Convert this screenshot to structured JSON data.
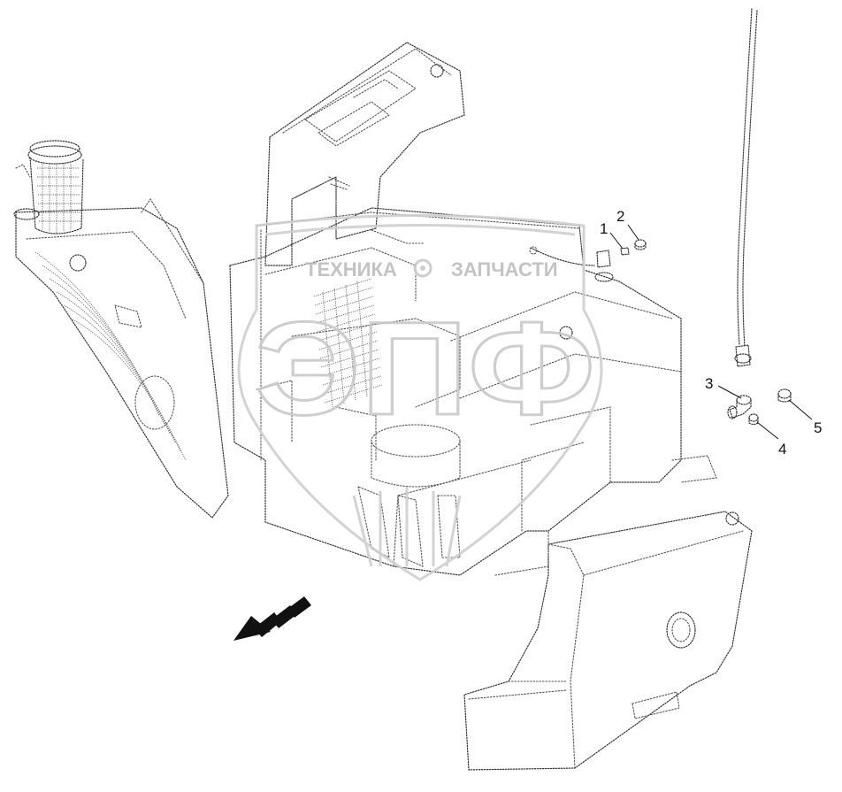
{
  "watermark": {
    "brand_left": "ТЕХНИКА",
    "brand_right": "ЗАПЧАСТИ",
    "logo_letters": "ЭПФ"
  },
  "callouts": [
    {
      "id": "1",
      "label": "1"
    },
    {
      "id": "2",
      "label": "2"
    },
    {
      "id": "3",
      "label": "3"
    },
    {
      "id": "4",
      "label": "4"
    },
    {
      "id": "5",
      "label": "5"
    }
  ],
  "colors": {
    "line": "#333333",
    "watermark": "#c9c9c9",
    "arrow": "#111111"
  }
}
